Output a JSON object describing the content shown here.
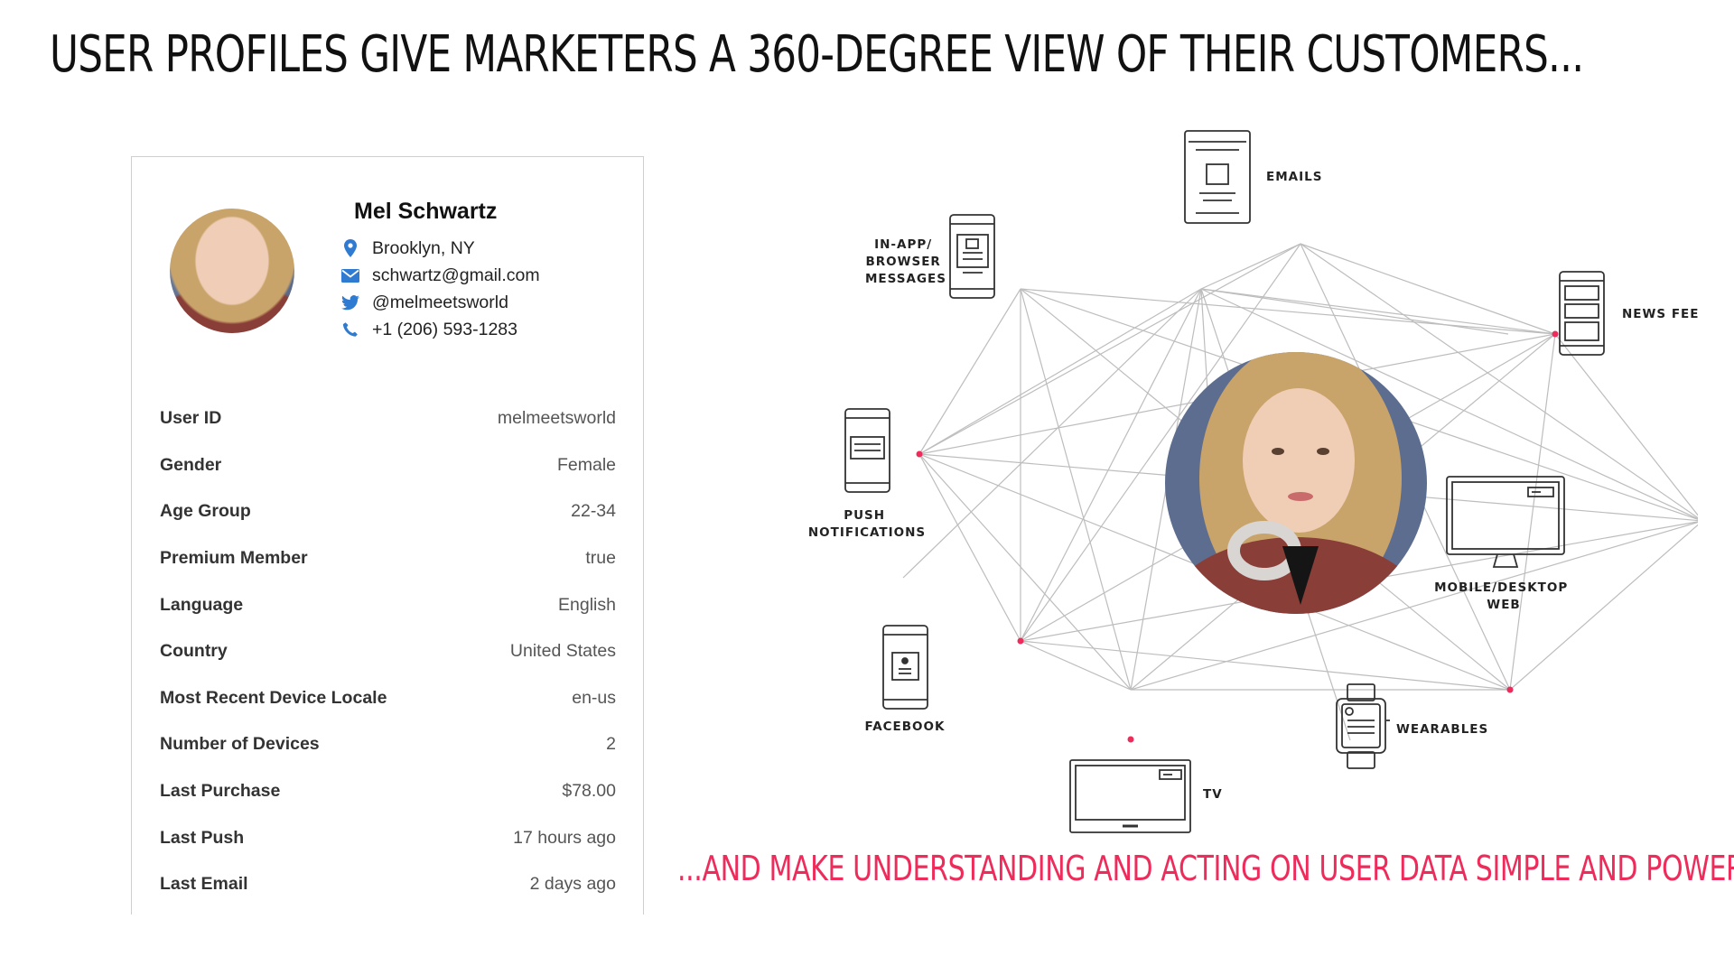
{
  "slide": {
    "title": "USER PROFILES GIVE MARKETERS A 360-DEGREE VIEW OF THEIR CUSTOMERS...",
    "tagline": "...AND MAKE UNDERSTANDING AND ACTING ON USER DATA SIMPLE AND POWERFUL"
  },
  "profile": {
    "name": "Mel Schwartz",
    "contact": [
      {
        "icon": "location-pin-icon",
        "text": "Brooklyn, NY"
      },
      {
        "icon": "email-icon",
        "text": "schwartz@gmail.com"
      },
      {
        "icon": "twitter-icon",
        "text": "@melmeetsworld"
      },
      {
        "icon": "phone-icon",
        "text": "+1 (206) 593-1283"
      }
    ],
    "attributes": [
      {
        "label": "User ID",
        "value": "melmeetsworld"
      },
      {
        "label": "Gender",
        "value": "Female"
      },
      {
        "label": "Age Group",
        "value": "22-34"
      },
      {
        "label": "Premium Member",
        "value": "true"
      },
      {
        "label": "Language",
        "value": "English"
      },
      {
        "label": "Country",
        "value": "United States"
      },
      {
        "label": "Most Recent Device Locale",
        "value": "en-us"
      },
      {
        "label": "Number of Devices",
        "value": "2"
      },
      {
        "label": "Last Purchase",
        "value": "$78.00"
      },
      {
        "label": "Last Push",
        "value": "17 hours ago"
      },
      {
        "label": "Last Email",
        "value": "2 days ago"
      }
    ]
  },
  "channels": {
    "emails": "EMAILS",
    "inapp_l1": "IN-APP/",
    "inapp_l2": "BROWSER",
    "inapp_l3": "MESSAGES",
    "newsfeed": "NEWS FEED CARDS",
    "push_l1": "PUSH",
    "push_l2": "NOTIFICATIONS",
    "web_l1": "MOBILE/DESKTOP",
    "web_l2": "WEB",
    "facebook": "FACEBOOK",
    "wearables": "WEARABLES",
    "tv": "TV"
  },
  "colors": {
    "accent": "#ee2c5b",
    "icon_blue": "#2f7bd1",
    "line_gray": "#bdbdbd"
  }
}
